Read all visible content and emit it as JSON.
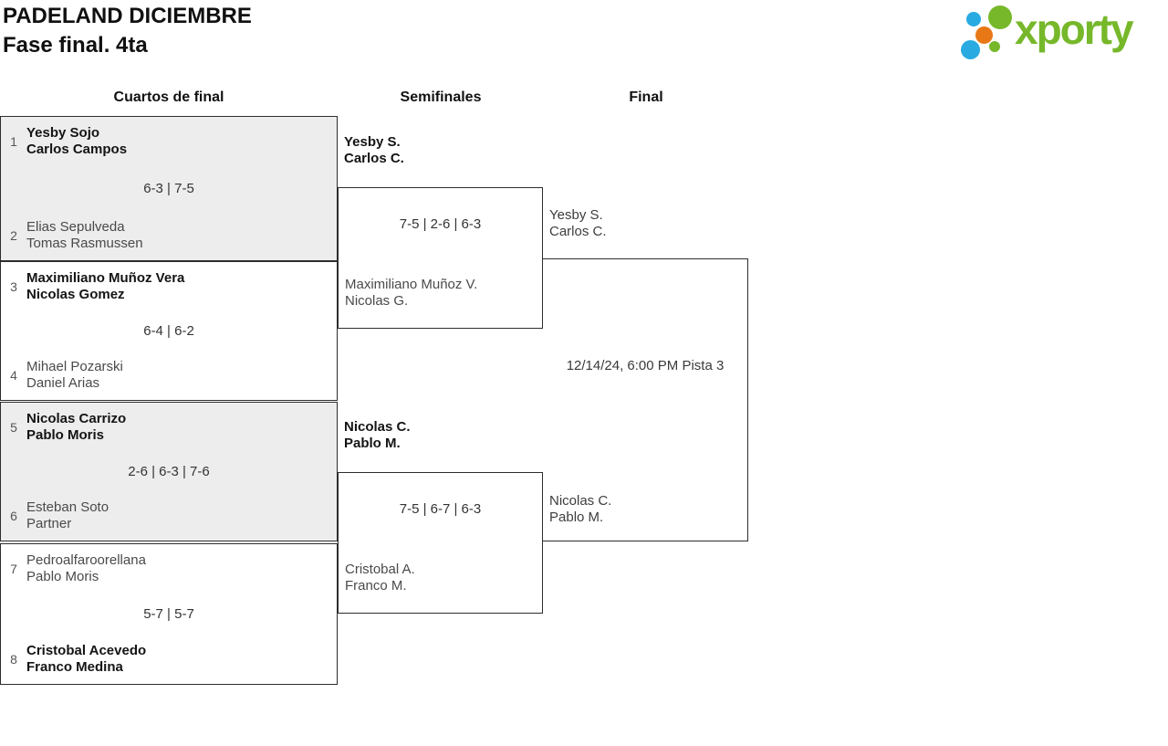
{
  "page": {
    "title": "PADELAND DICIEMBRE",
    "subtitle": "Fase final. 4ta"
  },
  "brand": {
    "name": "xporty",
    "colors": {
      "green": "#76b82a",
      "blue": "#29abe2",
      "orange": "#e87716"
    }
  },
  "round_headers": {
    "quarterfinals": "Cuartos de final",
    "semifinals": "Semifinales",
    "final": "Final"
  },
  "quarterfinals": [
    {
      "seed1": "1",
      "team1": [
        "Yesby Sojo",
        "Carlos Campos"
      ],
      "team1_winner": true,
      "score": "6-3 | 7-5",
      "seed2": "2",
      "team2": [
        "Elias Sepulveda",
        "Tomas Rasmussen"
      ],
      "team2_winner": false
    },
    {
      "seed1": "3",
      "team1": [
        "Maximiliano Muñoz Vera",
        "Nicolas Gomez"
      ],
      "team1_winner": true,
      "score": "6-4 | 6-2",
      "seed2": "4",
      "team2": [
        "Mihael Pozarski",
        "Daniel Arias"
      ],
      "team2_winner": false
    },
    {
      "seed1": "5",
      "team1": [
        "Nicolas Carrizo",
        "Pablo Moris"
      ],
      "team1_winner": true,
      "score": "2-6 | 6-3 | 7-6",
      "seed2": "6",
      "team2": [
        "Esteban Soto",
        "Partner"
      ],
      "team2_winner": false
    },
    {
      "seed1": "7",
      "team1": [
        "Pedroalfaroorellana",
        "Pablo Moris"
      ],
      "team1_winner": false,
      "score": "5-7 | 5-7",
      "seed2": "8",
      "team2": [
        "Cristobal Acevedo",
        "Franco Medina"
      ],
      "team2_winner": true
    }
  ],
  "semifinals": [
    {
      "team1": [
        "Yesby S.",
        "Carlos C."
      ],
      "team1_winner": true,
      "score": "7-5 | 2-6 | 6-3",
      "team2": [
        "Maximiliano Muñoz V.",
        "Nicolas G."
      ],
      "team2_winner": false
    },
    {
      "team1": [
        "Nicolas C.",
        "Pablo M."
      ],
      "team1_winner": true,
      "score": "7-5 | 6-7 | 6-3",
      "team2": [
        "Cristobal A.",
        "Franco M."
      ],
      "team2_winner": false
    }
  ],
  "final": {
    "team1": [
      "Yesby S.",
      "Carlos C."
    ],
    "team2": [
      "Nicolas C.",
      "Pablo M."
    ],
    "schedule": "12/14/24, 6:00 PM Pista 3"
  }
}
